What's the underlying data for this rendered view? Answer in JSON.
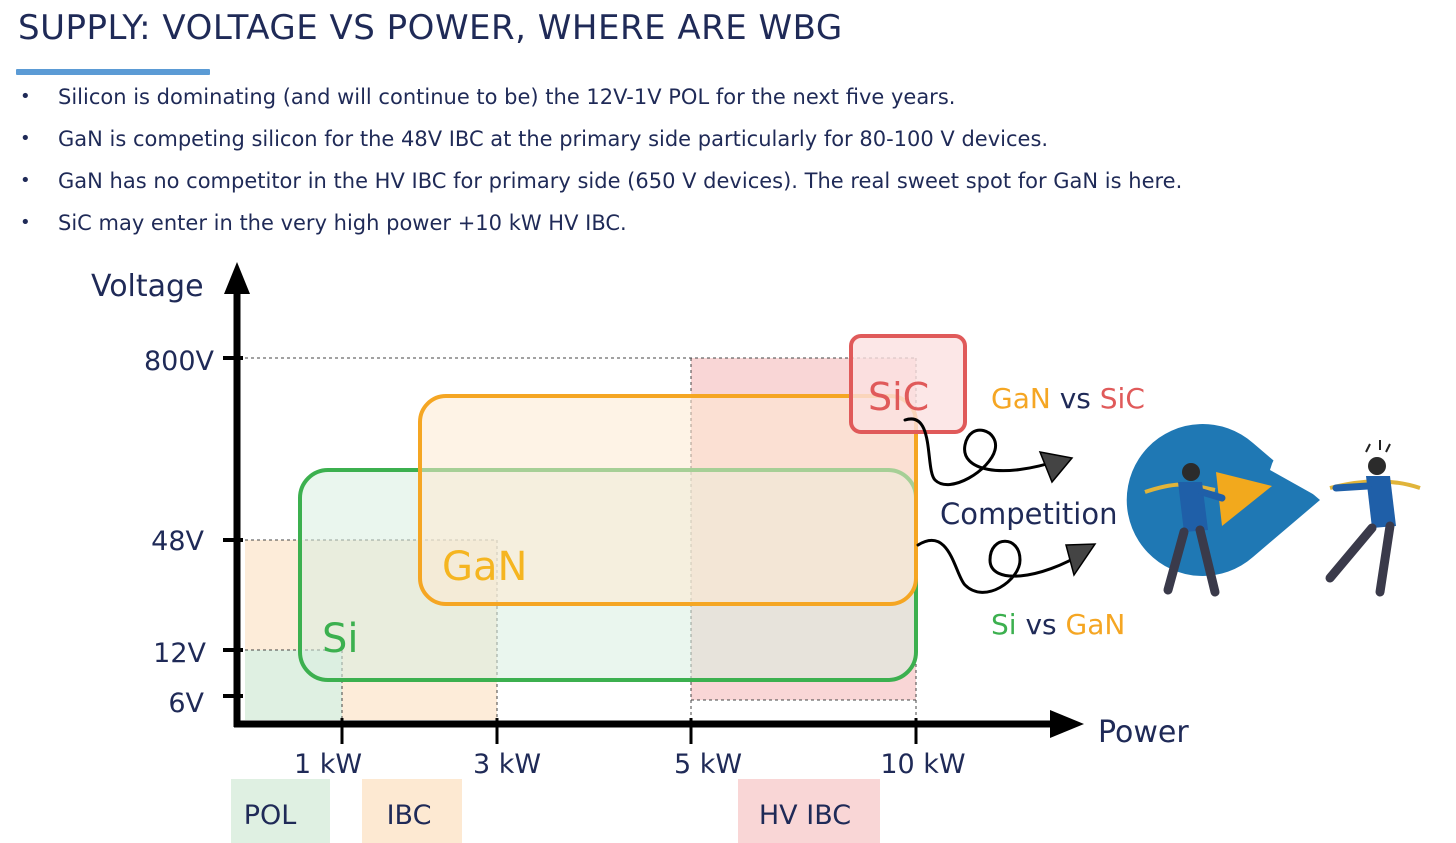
{
  "title": "SUPPLY: VOLTAGE VS POWER, WHERE ARE WBG",
  "bullets": [
    "Silicon is dominating (and will continue to be) the 12V-1V POL for the next five years.",
    "GaN is competing silicon for the 48V IBC at the primary side particularly for 80-100 V devices.",
    "GaN has no competitor in the HV IBC for primary side (650 V devices). The real sweet spot for GaN is here.",
    "SiC may enter in the very high power +10 kW HV IBC."
  ],
  "bullet_glyph": "•",
  "axes": {
    "y_label": "Voltage",
    "x_label": "Power",
    "y_ticks": [
      "800V",
      "48V",
      "12V",
      "6V"
    ],
    "x_ticks": [
      "1 kW",
      "3 kW",
      "5 kW",
      "10 kW"
    ]
  },
  "regions": {
    "si": "Si",
    "gan": "GaN",
    "sic": "SiC"
  },
  "segments": {
    "pol": "POL",
    "ibc": "IBC",
    "hv_ibc": "HV IBC"
  },
  "annotations": {
    "gan_vs_sic": {
      "left": "GaN",
      "vs": "vs",
      "right": "SiC"
    },
    "competition": "Competition",
    "si_vs_gan": {
      "left": "Si",
      "vs": "vs",
      "right": "GaN"
    }
  },
  "colors": {
    "text": "#1f2a57",
    "accent_rule": "#5b9bd5",
    "si_green": "#3cb04f",
    "gan_orange": "#f5a623",
    "sic_red": "#e05a5a",
    "pol_fill": "#dff0e2",
    "ibc_fill": "#fde9d2",
    "hv_fill": "#f9d6d6"
  },
  "icons": [
    "tug-of-war-illustration",
    "curly-arrow-icon"
  ]
}
